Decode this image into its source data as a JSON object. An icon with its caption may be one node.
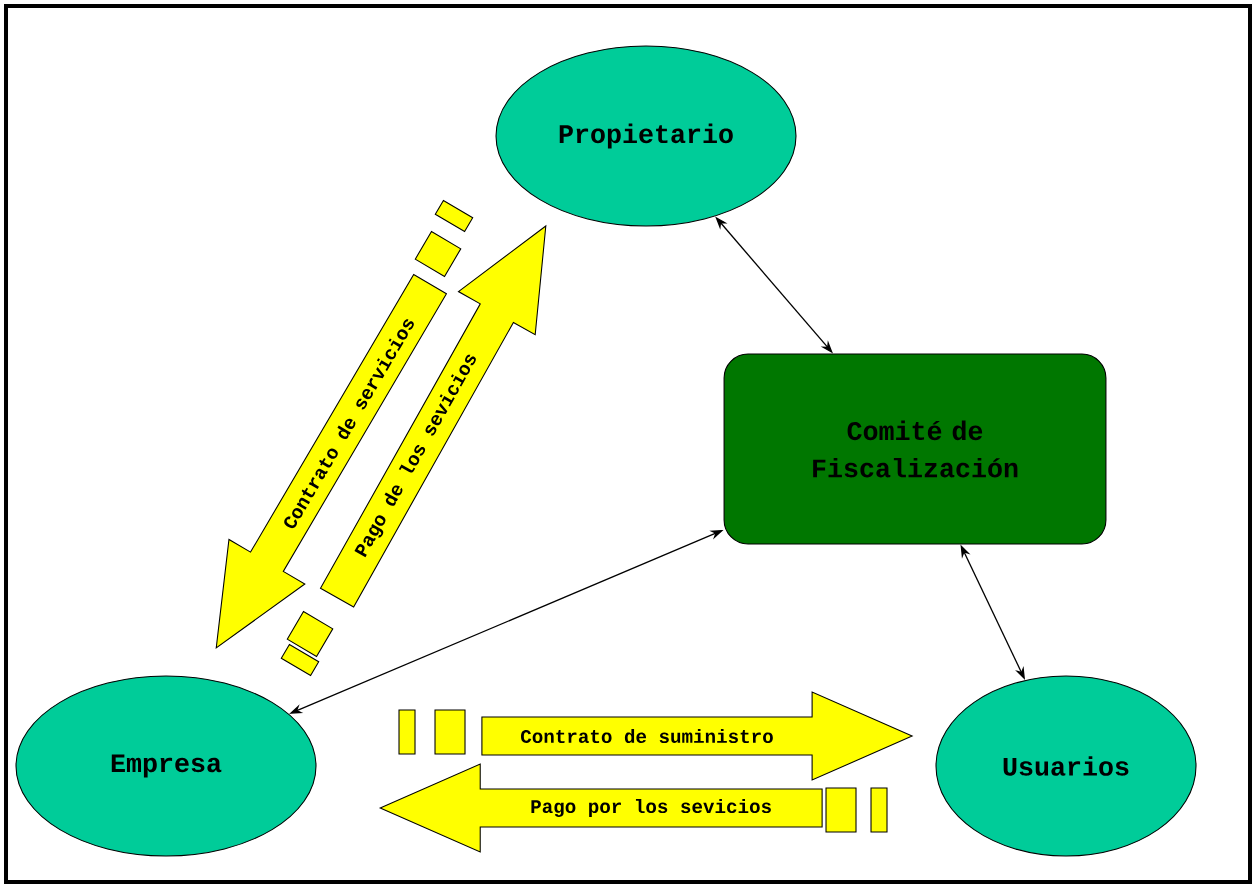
{
  "diagram": {
    "nodes": [
      {
        "text": [
          "Propietario"
        ]
      },
      {
        "text": [
          "Comité de Fiscalización"
        ]
      },
      {
        "text": [
          "Empresa"
        ]
      },
      {
        "text": [
          "Usuarios"
        ]
      }
    ],
    "edges": [
      {
        "from": 0,
        "to": 2,
        "arrow": "to",
        "label": "Contrato de servicios",
        "style": "thick",
        "color": "#ffff00"
      },
      {
        "from": 2,
        "to": 0,
        "arrow": "to",
        "label": "Pago de los sevicios",
        "style": "thick",
        "color": "#ffff00"
      },
      {
        "from": 0,
        "to": 1,
        "arrow": "both"
      },
      {
        "from": 2,
        "to": 1,
        "arrow": "both"
      },
      {
        "from": 1,
        "to": 3,
        "arrow": "both"
      },
      {
        "from": 2,
        "to": 3,
        "arrow": "to",
        "label": "Contrato de suministro",
        "style": "thick",
        "color": "#ffff00"
      },
      {
        "from": 3,
        "to": 2,
        "arrow": "to",
        "label": "Pago por los sevicios",
        "style": "thick",
        "color": "#ffff00"
      }
    ]
  }
}
